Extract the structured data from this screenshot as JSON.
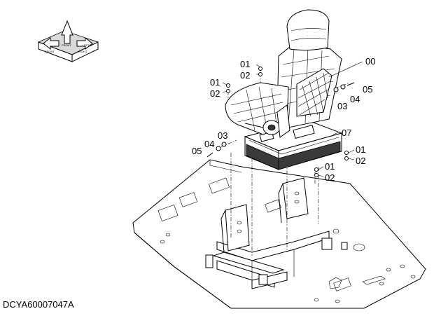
{
  "diagram_code": "DCYA60007047A",
  "orientation_icon": {
    "labels": [
      "FRONT",
      "FRONT",
      "RIGHT",
      "LEFT"
    ]
  },
  "callouts": {
    "c00": "00",
    "c01a": "01",
    "c02a": "02",
    "c01b": "01",
    "c02b": "02",
    "c03r": "03",
    "c04r": "04",
    "c05r": "05",
    "c03l": "03",
    "c04l": "04",
    "c05l": "05",
    "c07": "07",
    "c01c": "01",
    "c02c": "02",
    "c01d": "01",
    "c02d": "02"
  }
}
